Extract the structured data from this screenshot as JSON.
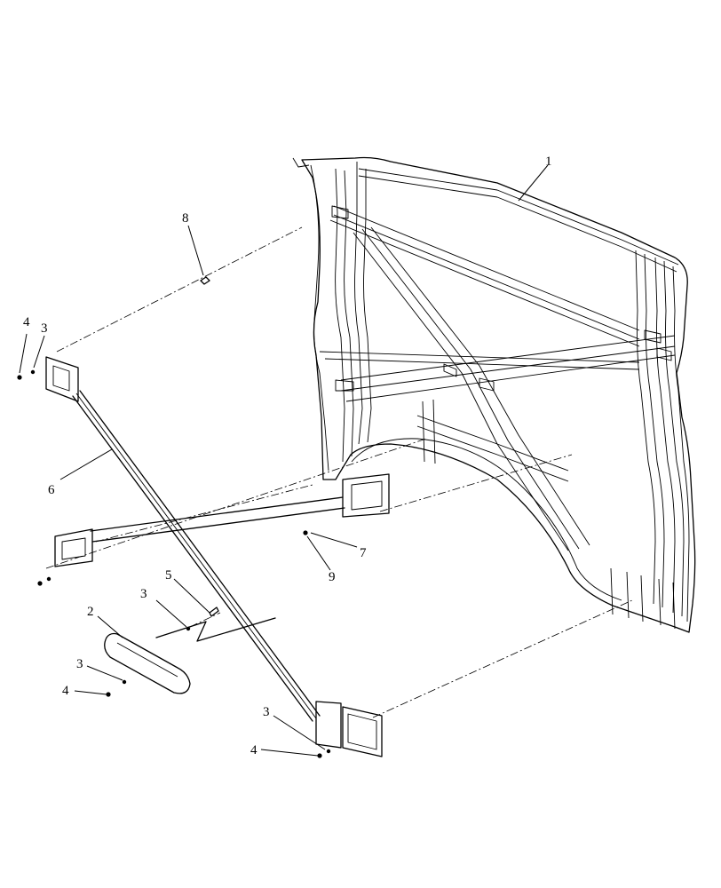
{
  "callouts": [
    "1",
    "2",
    "3",
    "3",
    "3",
    "3",
    "3",
    "4",
    "4",
    "4",
    "5",
    "6",
    "7",
    "8",
    "9"
  ]
}
